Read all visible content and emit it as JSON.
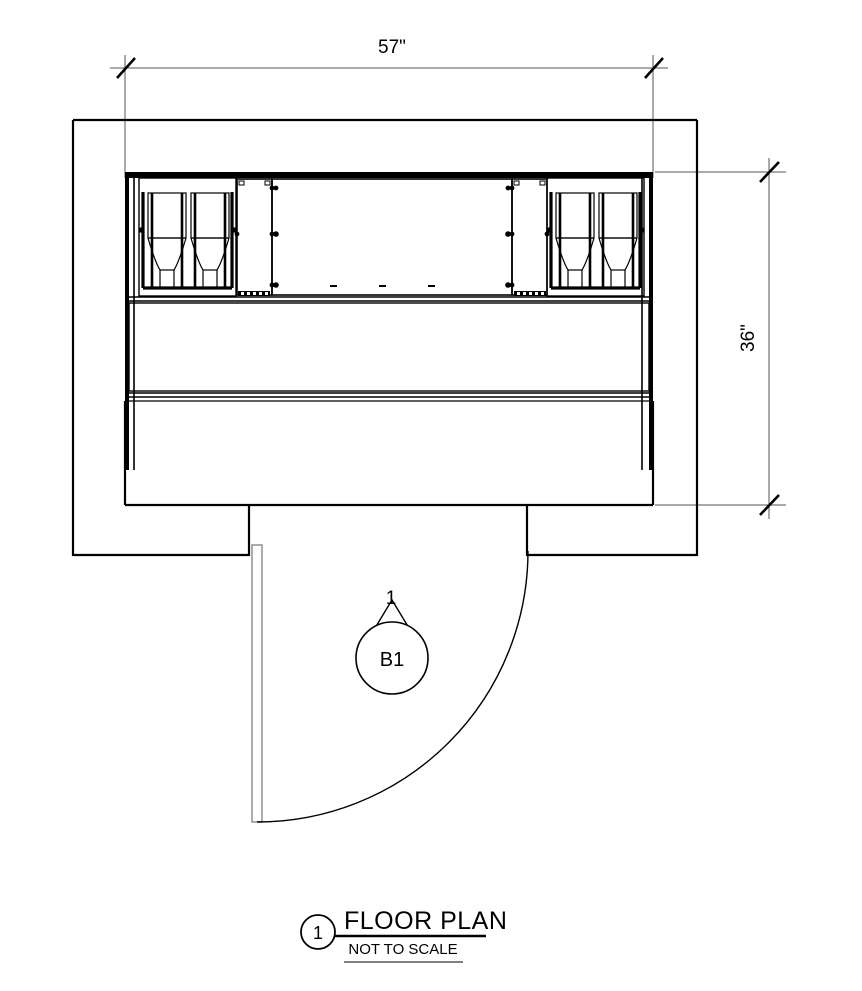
{
  "sheet": {
    "background_color": "#ffffff",
    "line_color": "#000000",
    "thin_line_color": "#4d4d4d"
  },
  "dimensions": {
    "width": {
      "label": "57\"",
      "orientation": "horizontal",
      "position": "top"
    },
    "height": {
      "label": "36\"",
      "orientation": "vertical-rotated",
      "position": "right"
    }
  },
  "detail_tag": {
    "bubble_label": "B1",
    "sheet_number": "1"
  },
  "title_block": {
    "detail_number": "1",
    "title": "FLOOR PLAN",
    "scale_note": "NOT TO SCALE"
  },
  "plan": {
    "room_name": "room-outline",
    "door": {
      "name": "swing-door",
      "swing": "right-hand-clockwise"
    },
    "equipment": {
      "left_unit_count": 2,
      "right_unit_count": 2,
      "center_panel": "blank-counter-panel"
    }
  }
}
